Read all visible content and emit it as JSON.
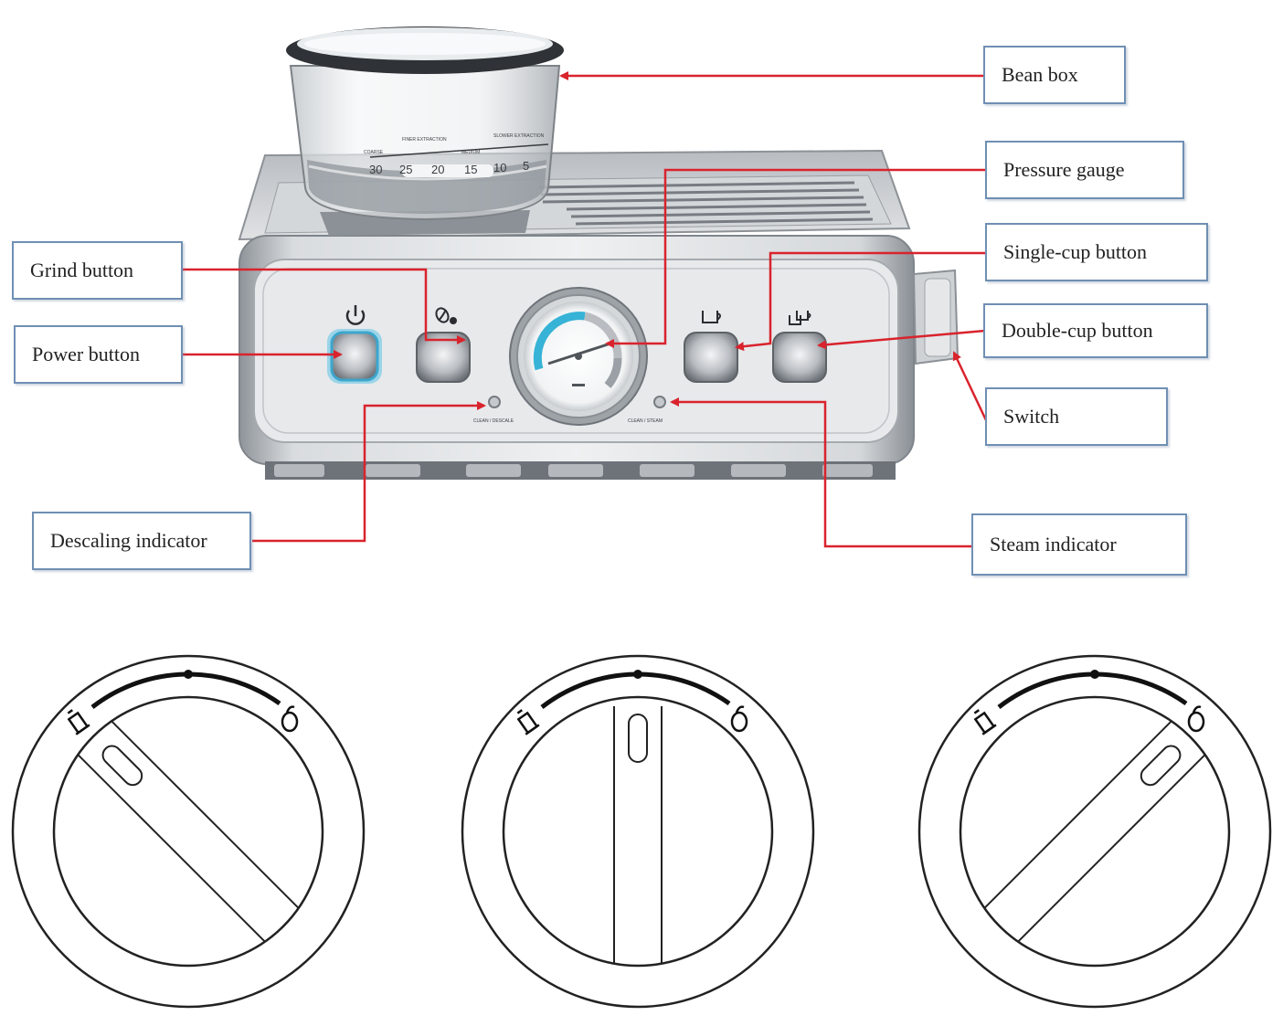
{
  "labels": {
    "bean_box": "Bean box",
    "pressure_gauge": "Pressure gauge",
    "single_cup_button": "Single-cup button",
    "grind_button": "Grind button",
    "double_cup_button": "Double-cup button",
    "power_button": "Power button",
    "switch": "Switch",
    "descaling_indicator": "Descaling indicator",
    "steam_indicator": "Steam indicator"
  },
  "hopper_scale": {
    "numbers": [
      "30",
      "25",
      "20",
      "15",
      "10",
      "5"
    ],
    "zones": [
      "COARSE",
      "FINER EXTRACTION",
      "MEDIUM",
      "SLOWER EXTRACTION"
    ]
  },
  "indicator_text": {
    "left": "CLEAN / DESCALE",
    "right": "CLEAN / STEAM"
  },
  "colors": {
    "arrow": "#d9232d",
    "label_border": "#6f8fb3",
    "steel": "#c9ccd0",
    "gauge_accent": "#36b3d6",
    "power_glow": "#5cc3e6"
  },
  "knob_icons": [
    "steam-wand-icon",
    "cup-icon"
  ]
}
